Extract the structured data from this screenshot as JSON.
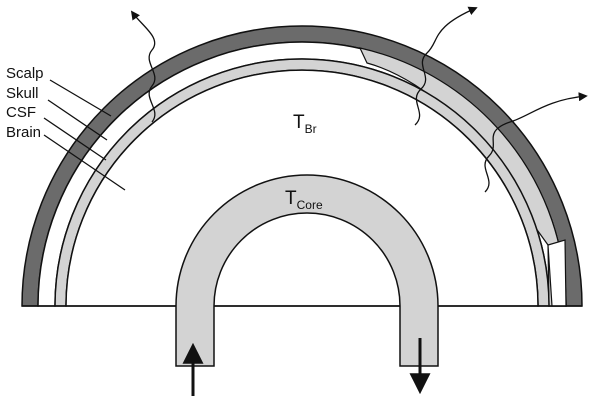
{
  "labels": {
    "scalp": "Scalp",
    "skull": "Skull",
    "csf": "CSF",
    "brain": "Brain"
  },
  "temperatures": {
    "brain_main": "T",
    "brain_sub": "Br",
    "core_main": "T",
    "core_sub": "Core"
  },
  "colors": {
    "scalp": "#6b6b6b",
    "skull": "#ffffff",
    "csf": "#d3d3d3",
    "brain": "#ffffff",
    "core_tube": "#d3d3d3",
    "stroke": "#111111"
  },
  "icons": {
    "heat_out": "wavy-arrow-icon",
    "flow_in": "up-arrow-icon",
    "flow_out": "down-arrow-icon"
  }
}
